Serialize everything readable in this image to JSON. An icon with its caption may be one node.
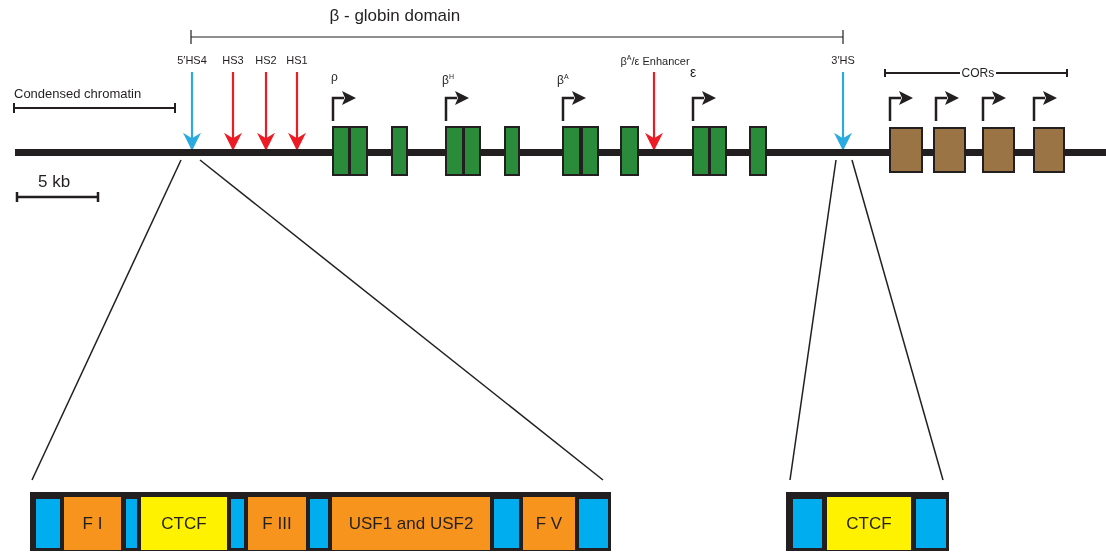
{
  "diagram": {
    "title": "β - globin domain",
    "nodes": [
      {
        "text": [],
        "shape": "bar"
      },
      {
        "text": [
          "5′HS4"
        ]
      },
      {
        "text": [
          "HS3"
        ]
      },
      {
        "text": [
          "HS2"
        ]
      },
      {
        "text": [
          "HS1"
        ]
      },
      {
        "text": [
          "β$^{A}$/ε Enhancer"
        ]
      },
      {
        "text": [
          "3′HS"
        ]
      },
      {
        "text": [],
        "shape": "box"
      },
      {
        "text": [],
        "shape": "box"
      },
      {
        "text": [],
        "shape": "box"
      },
      {
        "text": [],
        "shape": "box"
      },
      {
        "text": [],
        "shape": "box"
      },
      {
        "text": [],
        "shape": "box"
      },
      {
        "text": [],
        "shape": "box"
      },
      {
        "text": [],
        "shape": "box"
      },
      {
        "text": [],
        "shape": "box"
      },
      {
        "text": [],
        "shape": "box"
      },
      {
        "text": [],
        "shape": "box"
      },
      {
        "text": [],
        "shape": "box"
      },
      {
        "text": [],
        "shape": "box"
      },
      {
        "text": [],
        "shape": "box"
      },
      {
        "text": [],
        "shape": "box"
      },
      {
        "text": [],
        "shape": "box"
      },
      {
        "text": [],
        "shape": "box"
      },
      {
        "text": [],
        "shape": "box",
        "in": 23
      },
      {
        "text": [
          "F I"
        ],
        "in": 23
      },
      {
        "text": [],
        "shape": "box",
        "in": 23
      },
      {
        "text": [
          "CTCF"
        ],
        "in": 23
      },
      {
        "text": [],
        "shape": "box",
        "in": 23
      },
      {
        "text": [
          "F III"
        ],
        "in": 23
      },
      {
        "text": [],
        "shape": "box",
        "in": 23
      },
      {
        "text": [
          "USF1 and USF2"
        ],
        "in": 23
      },
      {
        "text": [],
        "shape": "box",
        "in": 23
      },
      {
        "text": [
          "F V"
        ],
        "in": 23
      },
      {
        "text": [],
        "shape": "box",
        "in": 23
      },
      {
        "text": [],
        "shape": "box"
      },
      {
        "text": [],
        "shape": "box",
        "in": 35
      },
      {
        "text": [
          "CTCF"
        ],
        "in": 35
      },
      {
        "text": [],
        "shape": "box",
        "in": 35
      }
    ],
    "edges": [
      {
        "from": 1,
        "to": 0,
        "arrow": "to",
        "color": "#29abe2"
      },
      {
        "from": 2,
        "to": 0,
        "arrow": "to",
        "color": "#ed1c24"
      },
      {
        "from": 3,
        "to": 0,
        "arrow": "to",
        "color": "#ed1c24"
      },
      {
        "from": 4,
        "to": 0,
        "arrow": "to",
        "color": "#ed1c24"
      },
      {
        "from": 5,
        "to": 0,
        "arrow": "to",
        "color": "#ed1c24"
      },
      {
        "from": 6,
        "to": 0,
        "arrow": "to",
        "color": "#29abe2"
      },
      {
        "from": 0,
        "to": 23,
        "arrow": "none",
        "color": "#231f20"
      },
      {
        "from": 0,
        "to": 23,
        "arrow": "none",
        "color": "#231f20"
      },
      {
        "from": 0,
        "to": 35,
        "arrow": "none",
        "color": "#231f20"
      },
      {
        "from": 0,
        "to": 35,
        "arrow": "none",
        "color": "#231f20"
      }
    ],
    "labels": [
      "Condensed chromatin",
      "ρ",
      "β$^{H}$",
      "β$^{A}$",
      "ε",
      "CORs",
      "5 kb"
    ]
  }
}
